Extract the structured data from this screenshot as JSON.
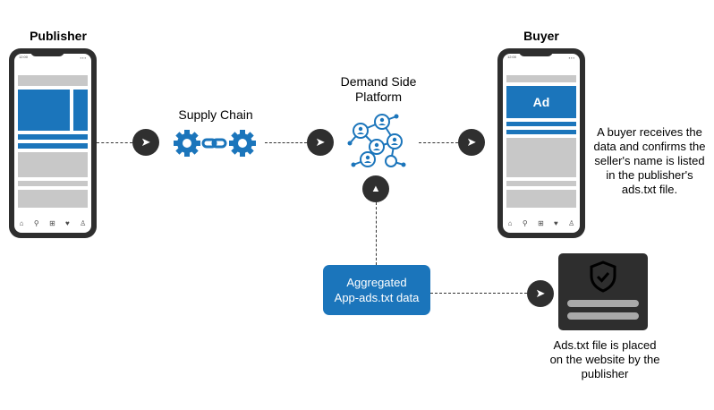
{
  "publisher": {
    "title": "Publisher",
    "time": "12:00"
  },
  "buyer": {
    "title": "Buyer",
    "time": "12:00",
    "ad_label": "Ad"
  },
  "supply_chain": {
    "title": "Supply Chain"
  },
  "dsp": {
    "title_line1": "Demand Side",
    "title_line2": "Platform"
  },
  "buyer_note": {
    "line1": "A buyer receives the",
    "line2": "data and confirms the",
    "line3": "seller's name is listed",
    "line4": "in the publisher's",
    "line5": "ads.txt file."
  },
  "aggregated": {
    "line1": "Aggregated",
    "line2": "App-ads.txt data"
  },
  "adstxt_note": {
    "line1": "Ads.txt file is placed",
    "line2": "on the website by the",
    "line3": "publisher"
  },
  "icons": {
    "tab_home": "⌂",
    "tab_search": "⚲",
    "tab_add": "⊞",
    "tab_heart": "♥",
    "tab_profile": "♙",
    "arrow_right": "➤",
    "arrow_up": "▲"
  },
  "colors": {
    "accent": "#1b75bb",
    "dark": "#2e2e2e",
    "gray": "#c8c8c8"
  }
}
